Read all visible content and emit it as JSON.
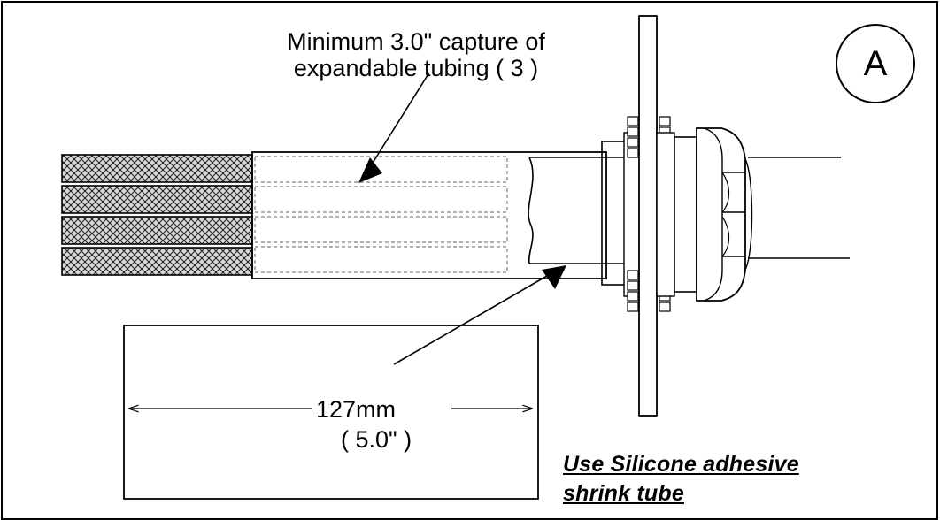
{
  "annotations": {
    "capture_note_line1": "Minimum 3.0\" capture of",
    "capture_note_line2": "expandable tubing ( 3 )",
    "dimension_mm": "127mm",
    "dimension_in": "( 5.0\" )",
    "instruction_line1": "Use Silicone adhesive",
    "instruction_line2": "shrink tube"
  },
  "badge": {
    "letter": "A"
  },
  "colors": {
    "ink": "#000000",
    "paper": "#ffffff",
    "braid_fill": "#8a8a8a"
  },
  "icons": {
    "braided_cable": "crosshatch-pattern",
    "gland_nut": "hex-nut-outline"
  }
}
